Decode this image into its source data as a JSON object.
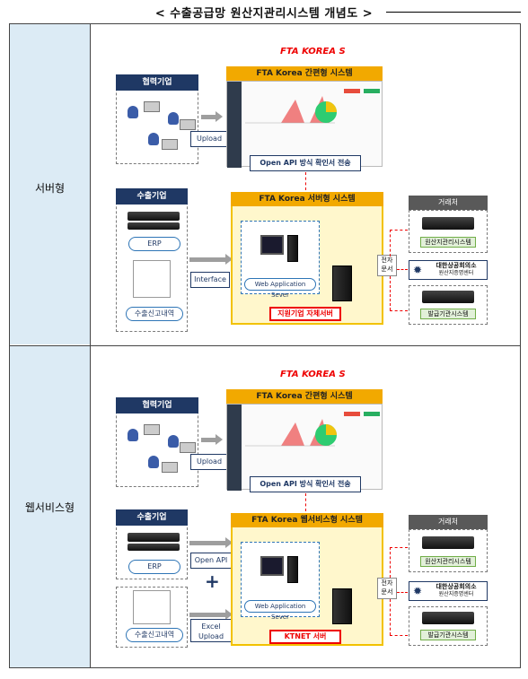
{
  "title": "< 수출공급망 원산지관리시스템 개념도 >",
  "rows": [
    {
      "label": "서버형",
      "logo": "FTA KOREA S",
      "partner_header": "협력기업",
      "upload": "Upload",
      "simple_system": "FTA Korea 간편형 시스템",
      "api_label": "Open API 방식 확인서 전송",
      "export_header": "수출기업",
      "erp": "ERP",
      "export_decl": "수출신고내역",
      "interface": "Interface",
      "main_system": "FTA Korea 서버형 시스템",
      "was": "Web Application Sever",
      "own_server": "지원기업 자체서버",
      "edoc": "전자\n문서",
      "client_header": "거래처",
      "origin_mgmt": "원산지관리시스템",
      "kcci_name": "대한상공회의소",
      "kcci_sub": "원산지증명센터",
      "issue_sys": "발급기관시스템"
    },
    {
      "label": "웹서비스형",
      "logo": "FTA KOREA S",
      "partner_header": "협력기업",
      "upload": "Upload",
      "simple_system": "FTA Korea 간편형 시스템",
      "api_label": "Open API 방식 확인서 전송",
      "export_header": "수출기업",
      "erp": "ERP",
      "export_decl": "수출신고내역",
      "open_api": "Open API",
      "excel_upload": "Excel\nUpload",
      "main_system": "FTA Korea 웹서비스형 시스템",
      "was": "Web Application Sever",
      "own_server": "KTNET 서버",
      "edoc": "전자\n문서",
      "client_header": "거래처",
      "origin_mgmt": "원산지관리시스템",
      "kcci_name": "대한상공회의소",
      "kcci_sub": "원산지증명센터",
      "issue_sys": "발급기관시스템"
    }
  ]
}
